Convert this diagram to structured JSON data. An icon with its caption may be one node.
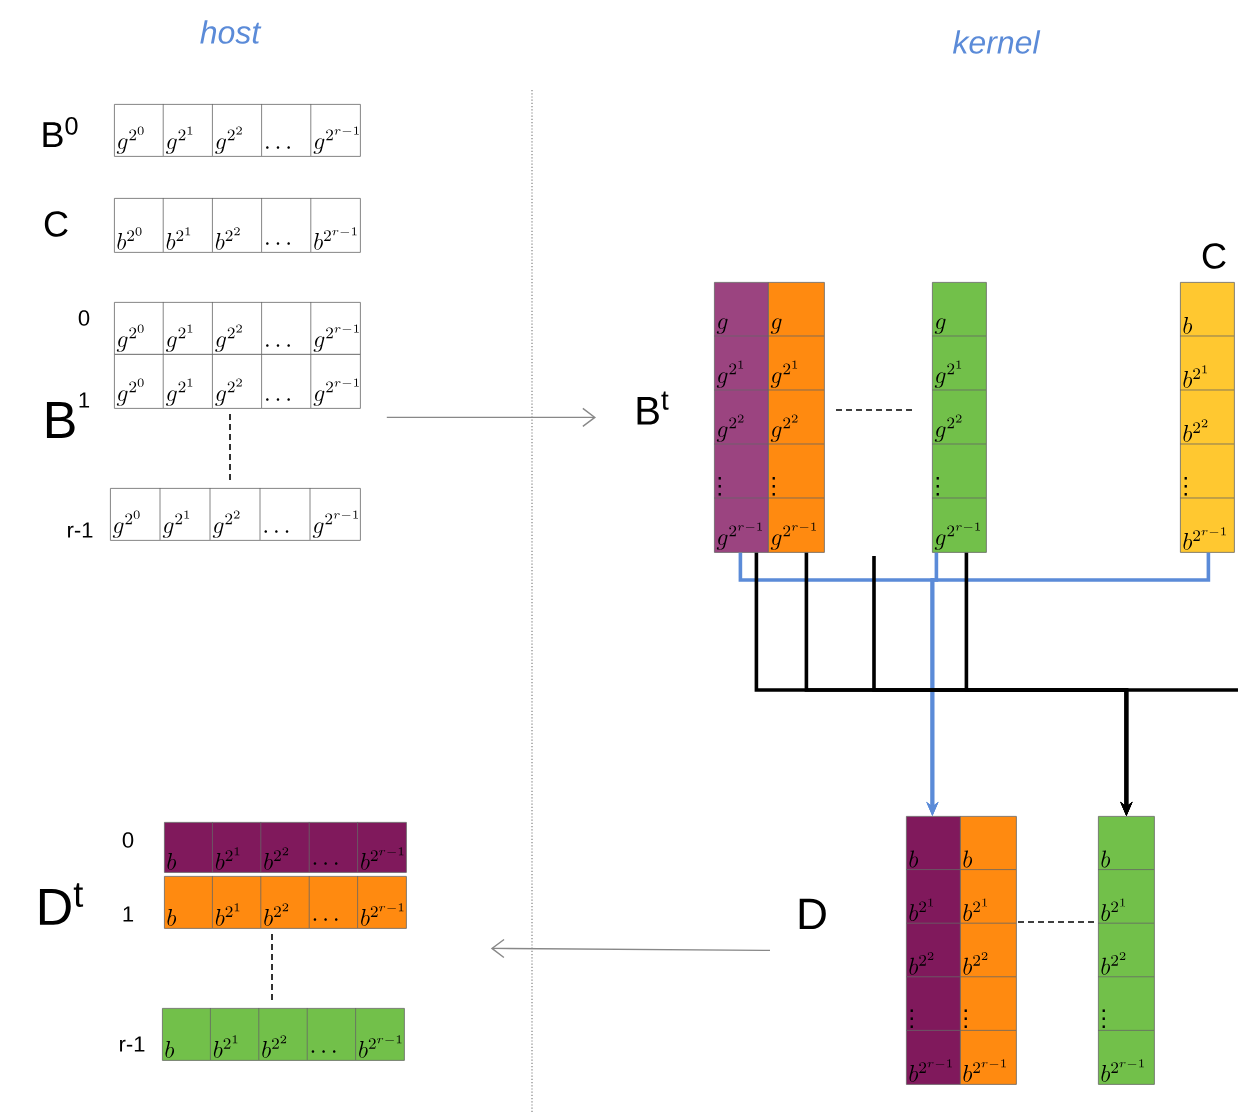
{
  "diagram": {
    "nodes": [
      {
        "text": [
          "g^{2^{0}}",
          "g^{2^{1}}",
          "g^{2^{2}}",
          "\\cdots",
          "g^{2^{r-1}}"
        ],
        "beside": [
          "B$^{0}$"
        ]
      },
      {
        "text": [
          "b^{2^{0}}",
          "b^{2^{1}}",
          "b^{2^{2}}",
          "\\cdots",
          "b^{2^{r-1}}"
        ],
        "beside": [
          "C"
        ]
      },
      {
        "text": [
          "g^{2^{0}}",
          "g^{2^{1}}",
          "g^{2^{2}}",
          "\\cdots",
          "g^{2^{r-1}}"
        ],
        "beside": [
          "0"
        ]
      },
      {
        "text": [
          "g^{2^{0}}",
          "g^{2^{1}}",
          "g^{2^{2}}",
          "\\cdots",
          "g^{2^{r-1}}"
        ],
        "beside": [
          "1"
        ]
      },
      {
        "text": [
          "g^{2^{0}}",
          "g^{2^{1}}",
          "g^{2^{2}}",
          "\\cdots",
          "g^{2^{r-1}}"
        ],
        "beside": [
          "r-1"
        ]
      },
      {
        "text": [
          "g",
          "g^{2^{1}}",
          "g^{2^{2}}",
          "\\vdots",
          "g^{2^{r-1}}"
        ],
        "beside": [
          "B$^{t}$"
        ]
      },
      {
        "text": [
          "g",
          "g^{2^{1}}",
          "g^{2^{2}}",
          "\\vdots",
          "g^{2^{r-1}}"
        ]
      },
      {
        "text": [
          "g",
          "g^{2^{1}}",
          "g^{2^{2}}",
          "\\vdots",
          "g^{2^{r-1}}"
        ]
      },
      {
        "text": [
          "b",
          "b^{2^{1}}",
          "b^{2^{2}}",
          "\\vdots",
          "b^{2^{r-1}}"
        ],
        "beside": [
          "C"
        ]
      },
      {
        "text": [
          "b",
          "b^{2^{1}}",
          "b^{2^{2}}",
          "\\cdots",
          "b^{2^{r-1}}"
        ],
        "beside": [
          "0"
        ]
      },
      {
        "text": [
          "b",
          "b^{2^{1}}",
          "b^{2^{2}}",
          "\\cdots",
          "b^{2^{r-1}}"
        ],
        "beside": [
          "1"
        ]
      },
      {
        "text": [
          "b",
          "b^{2^{1}}",
          "b^{2^{2}}",
          "\\cdots",
          "b^{2^{r-1}}"
        ],
        "beside": [
          "r-1"
        ]
      },
      {
        "text": [
          "b",
          "b^{2^{1}}",
          "b^{2^{2}}",
          "\\vdots",
          "b^{2^{r-1}}"
        ],
        "beside": [
          "D"
        ]
      },
      {
        "text": [
          "b",
          "b^{2^{1}}",
          "b^{2^{2}}",
          "\\vdots",
          "b^{2^{r-1}}"
        ]
      },
      {
        "text": [
          "b",
          "b^{2^{1}}",
          "b^{2^{2}}",
          "\\vdots",
          "b^{2^{r-1}}"
        ]
      }
    ],
    "edges": [
      {
        "from": 3,
        "to": 5,
        "arrow": "to",
        "color": "#888888"
      },
      {
        "from": 12,
        "to": 10,
        "arrow": "to",
        "color": "#888888"
      },
      {
        "from": 5,
        "to": 12,
        "arrow": "to",
        "color": "#5b8bd8"
      },
      {
        "from": 7,
        "to": 12,
        "arrow": "to",
        "color": "#5b8bd8"
      },
      {
        "from": 8,
        "to": 12,
        "arrow": "to",
        "color": "#5b8bd8"
      },
      {
        "from": 5,
        "to": 14,
        "arrow": "to"
      },
      {
        "from": 6,
        "to": 14,
        "arrow": "to"
      },
      {
        "from": null,
        "to": 14,
        "arrow": "to"
      },
      {
        "from": 7,
        "to": 14,
        "arrow": "to"
      },
      {
        "from": null,
        "to": 14,
        "arrow": "to"
      }
    ],
    "labels": [
      "host",
      "kernel",
      "B",
      "D$^{t}$"
    ]
  }
}
